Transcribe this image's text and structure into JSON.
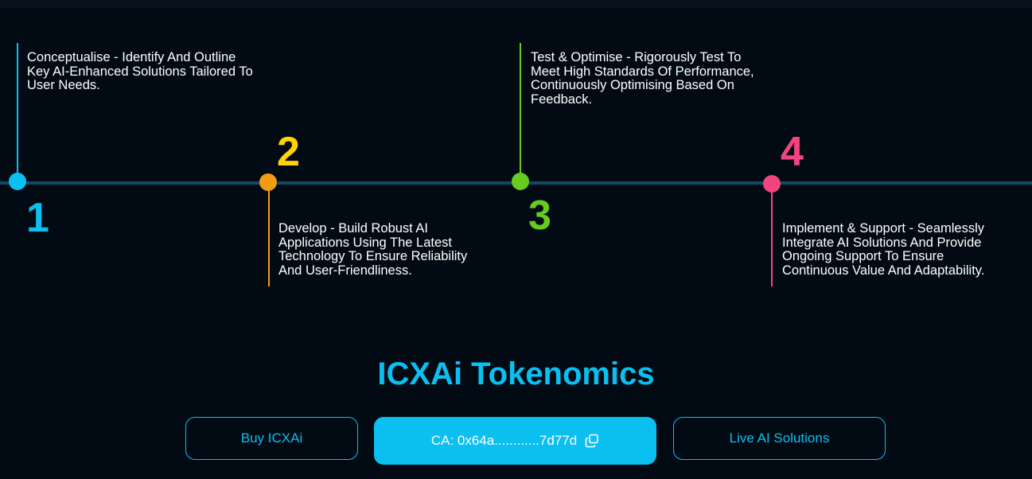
{
  "colors": {
    "step1": "#0bbff0",
    "step2": "#f39c12",
    "step3": "#66cc1e",
    "step4": "#f2457f",
    "accent": "#0bbff0",
    "background": "#020b14",
    "line": "#0f4a63"
  },
  "steps": [
    {
      "number": "1",
      "text": "Conceptualise - Identify And Outline Key AI-Enhanced Solutions Tailored To User Needs."
    },
    {
      "number": "2",
      "text": "Develop - Build Robust AI Applications Using The Latest Technology To Ensure Reliability And User-Friendliness."
    },
    {
      "number": "3",
      "text": "Test & Optimise - Rigorously Test To Meet High Standards Of Performance, Continuously Optimising Based On Feedback."
    },
    {
      "number": "4",
      "text": "Implement & Support - Seamlessly Integrate AI Solutions And Provide Ongoing Support To Ensure Continuous Value And Adaptability."
    }
  ],
  "tokenomics": {
    "title": "ICXAi Tokenomics",
    "buy_label": "Buy ICXAi",
    "ca_label": "CA: 0x64a............7d77d",
    "ca_icon": "copy-icon",
    "live_label": "Live AI Solutions"
  }
}
